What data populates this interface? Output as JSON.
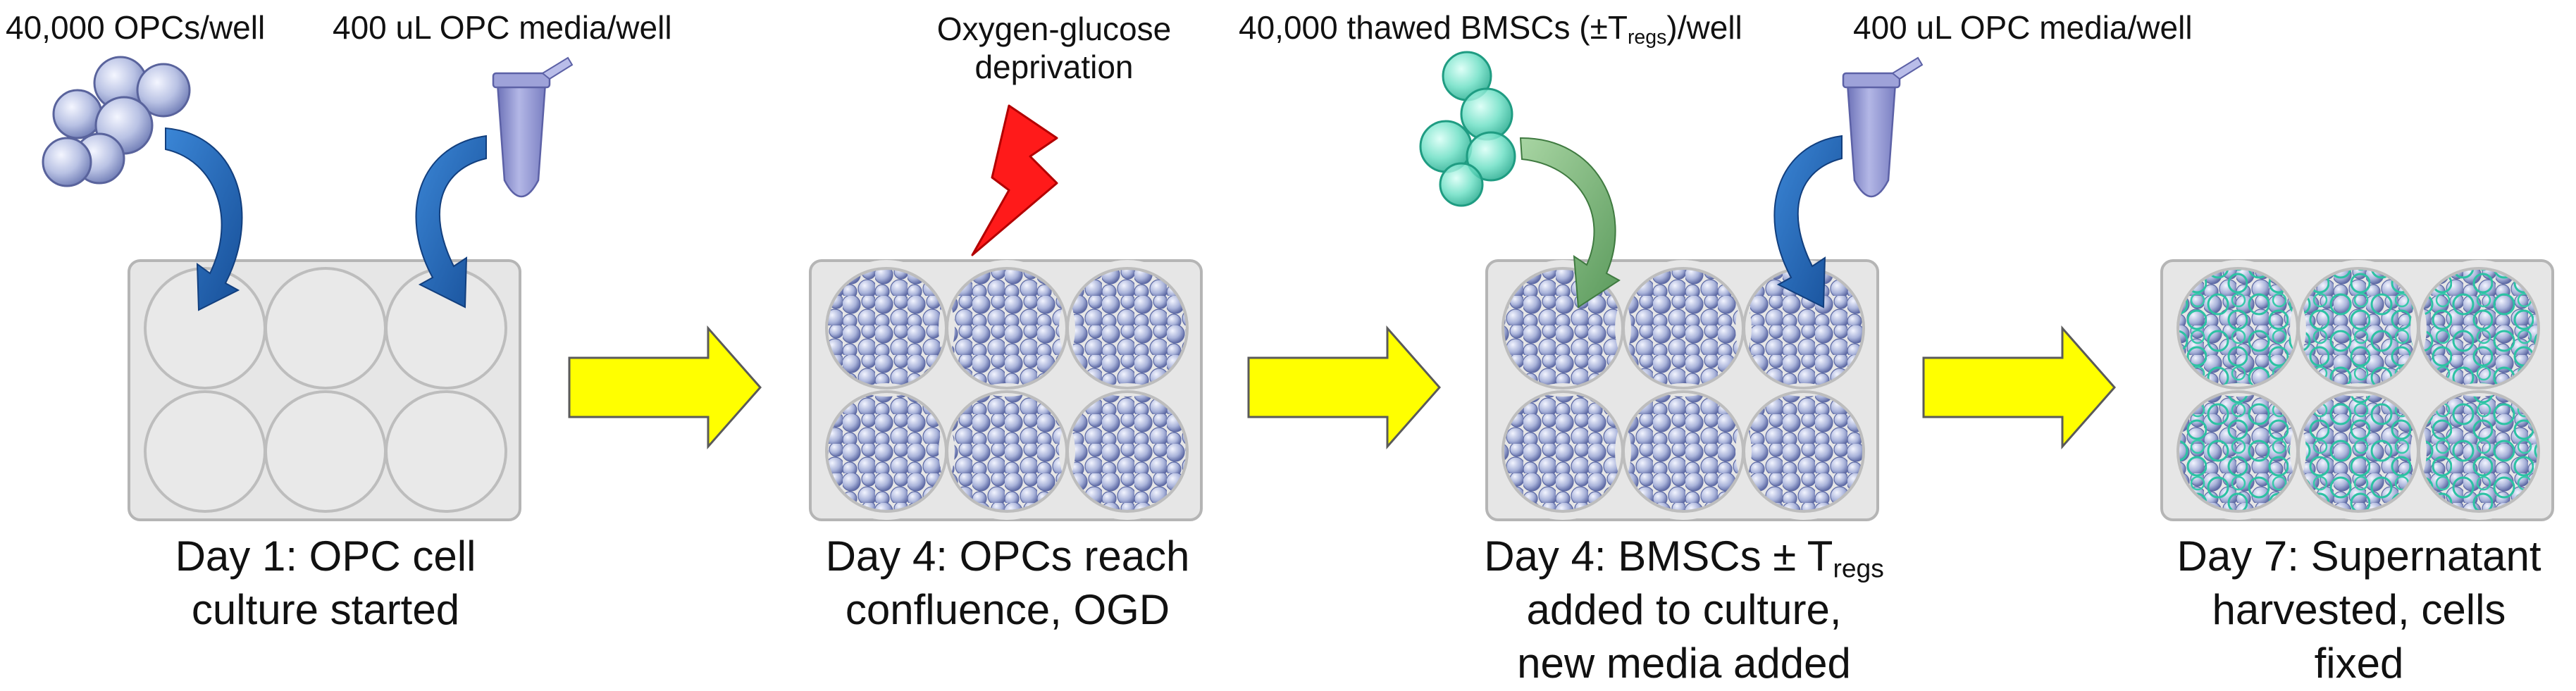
{
  "labels": {
    "opcs_per_well": "40,000 OPCs/well",
    "media_1": "400 uL OPC media/well",
    "ogd_line1": "Oxygen-glucose",
    "ogd_line2": "deprivation",
    "bmsc_pre": "40,000 thawed BMSCs (±T",
    "bmsc_sub": "regs",
    "bmsc_post": ")/well",
    "media_2": "400 uL OPC media/well"
  },
  "steps": [
    {
      "line1": "Day 1: OPC cell",
      "line2": "culture started"
    },
    {
      "line1": "Day 4: OPCs reach",
      "line2": "confluence, OGD"
    },
    {
      "line1_pre": "Day 4: BMSCs ± T",
      "line1_sub": "regs",
      "line2": "added to culture,",
      "line3": "new media added"
    },
    {
      "line1": "Day 7: Supernatant",
      "line2": "harvested, cells",
      "line3": "fixed"
    }
  ],
  "colors": {
    "plate_fill": "#e6e6e6",
    "plate_stroke": "#b5b5b5",
    "opc_cell": "#aab4d8",
    "bmsc_cell": "#4ccbb1",
    "flow_arrow": "#ffff00",
    "flow_arrow_stroke": "#5a5a5a",
    "curved_arrow_blue": "#1f5fae",
    "curved_arrow_green": "#6fa86e",
    "lightning": "#ff1a1a",
    "tube": "#8f93cf"
  },
  "icons": [
    "opc-cluster-icon",
    "bmsc-cluster-icon",
    "tube-icon",
    "lightning-icon"
  ]
}
